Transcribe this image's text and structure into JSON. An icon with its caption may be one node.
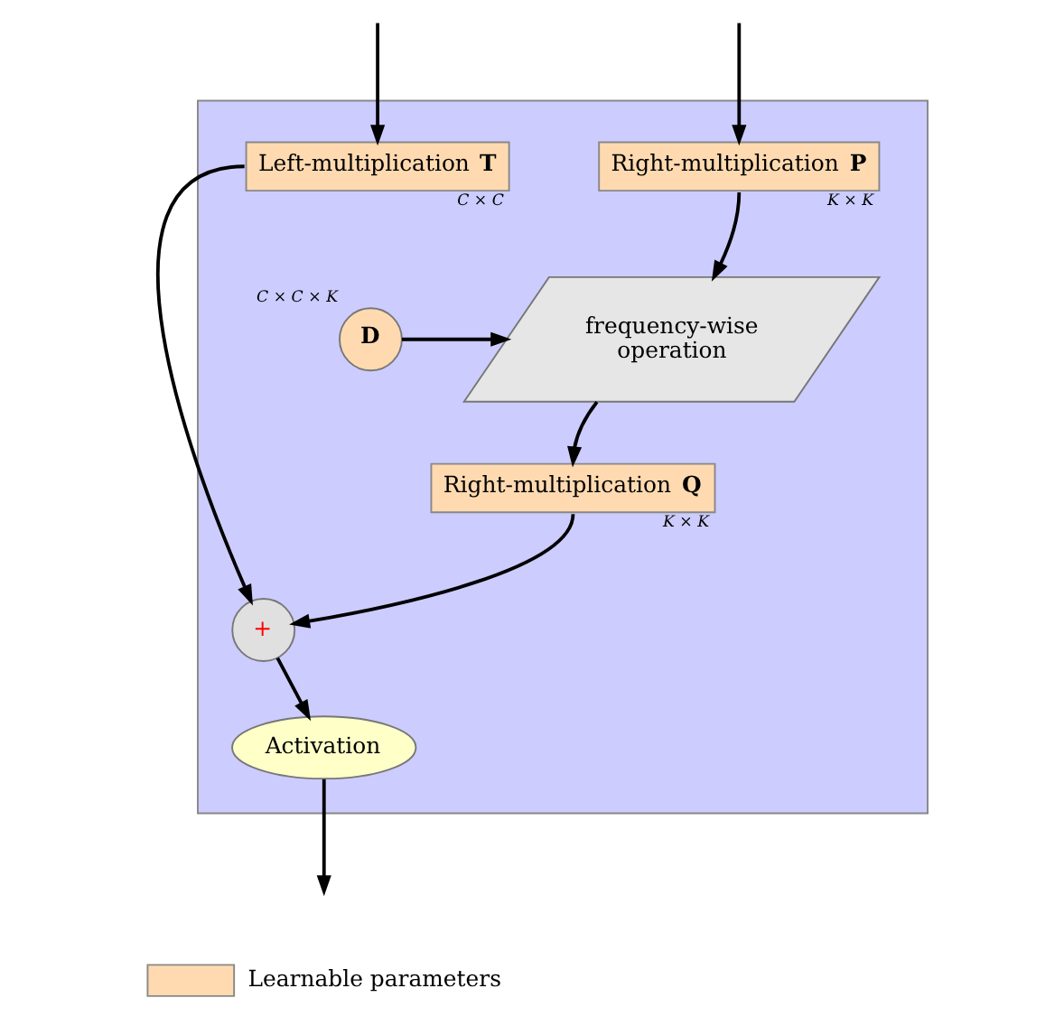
{
  "diagram": {
    "nodes": [
      {
        "text": [],
        "shape": "box"
      },
      {
        "text": [
          "Left-multiplication **T**"
        ],
        "in": 0,
        "beside": [
          "C × C"
        ]
      },
      {
        "text": [
          "Right-multiplication **P**"
        ],
        "in": 0,
        "beside": [
          "K × K"
        ]
      },
      {
        "text": [
          "D"
        ],
        "in": 0,
        "beside": [
          "C × C × K"
        ]
      },
      {
        "text": [
          "frequency-wise operation"
        ],
        "in": 0
      },
      {
        "text": [
          "Right-multiplication **Q**"
        ],
        "in": 0,
        "beside": [
          "K × K"
        ]
      },
      {
        "text": [
          "+"
        ],
        "in": 0
      },
      {
        "text": [
          "Activation"
        ],
        "in": 0
      }
    ],
    "edges": [
      {
        "from": null,
        "to": 1,
        "arrow": "to"
      },
      {
        "from": null,
        "to": 2,
        "arrow": "to"
      },
      {
        "from": 2,
        "to": 4,
        "arrow": "to"
      },
      {
        "from": 3,
        "to": 4,
        "arrow": "to"
      },
      {
        "from": 4,
        "to": 5,
        "arrow": "to"
      },
      {
        "from": 1,
        "to": 6,
        "arrow": "to"
      },
      {
        "from": 5,
        "to": 6,
        "arrow": "to"
      },
      {
        "from": 6,
        "to": 7,
        "arrow": "to"
      },
      {
        "from": 7,
        "to": null,
        "arrow": "to"
      }
    ],
    "legend": [
      {
        "text": "Learnable parameters",
        "color": "#ffdab0"
      }
    ]
  }
}
